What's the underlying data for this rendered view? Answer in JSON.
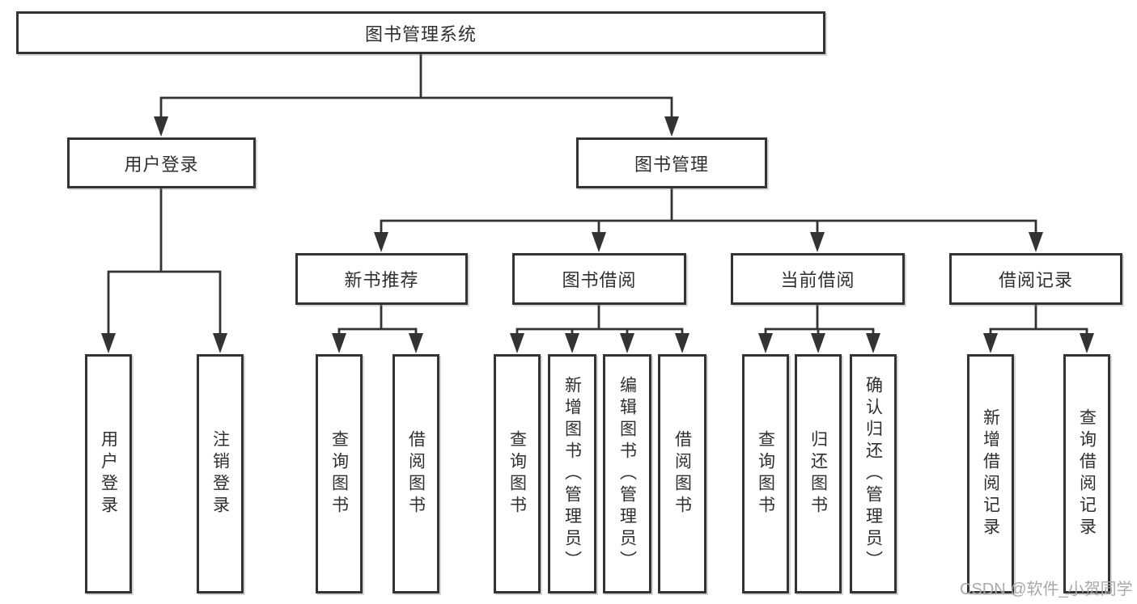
{
  "tree": {
    "label": "图书管理系统",
    "children": [
      {
        "label": "用户登录",
        "children": [
          {
            "label": "用户登录"
          },
          {
            "label": "注销登录"
          }
        ]
      },
      {
        "label": "图书管理",
        "children": [
          {
            "label": "新书推荐",
            "children": [
              {
                "label": "查询图书"
              },
              {
                "label": "借阅图书"
              }
            ]
          },
          {
            "label": "图书借阅",
            "children": [
              {
                "label": "查询图书"
              },
              {
                "label": "新增图书（管理员）"
              },
              {
                "label": "编辑图书（管理员）"
              },
              {
                "label": "借阅图书"
              }
            ]
          },
          {
            "label": "当前借阅",
            "children": [
              {
                "label": "查询图书"
              },
              {
                "label": "归还图书"
              },
              {
                "label": "确认归还（管理员）"
              }
            ]
          },
          {
            "label": "借阅记录",
            "children": [
              {
                "label": "新增借阅记录"
              },
              {
                "label": "查询借阅记录"
              }
            ]
          }
        ]
      }
    ]
  },
  "watermark": "CSDN @软件_小贺同学",
  "colors": {
    "line": "#333333",
    "text": "#2f2f2f",
    "background": "#ffffff",
    "watermark": "#a9a9a9"
  }
}
